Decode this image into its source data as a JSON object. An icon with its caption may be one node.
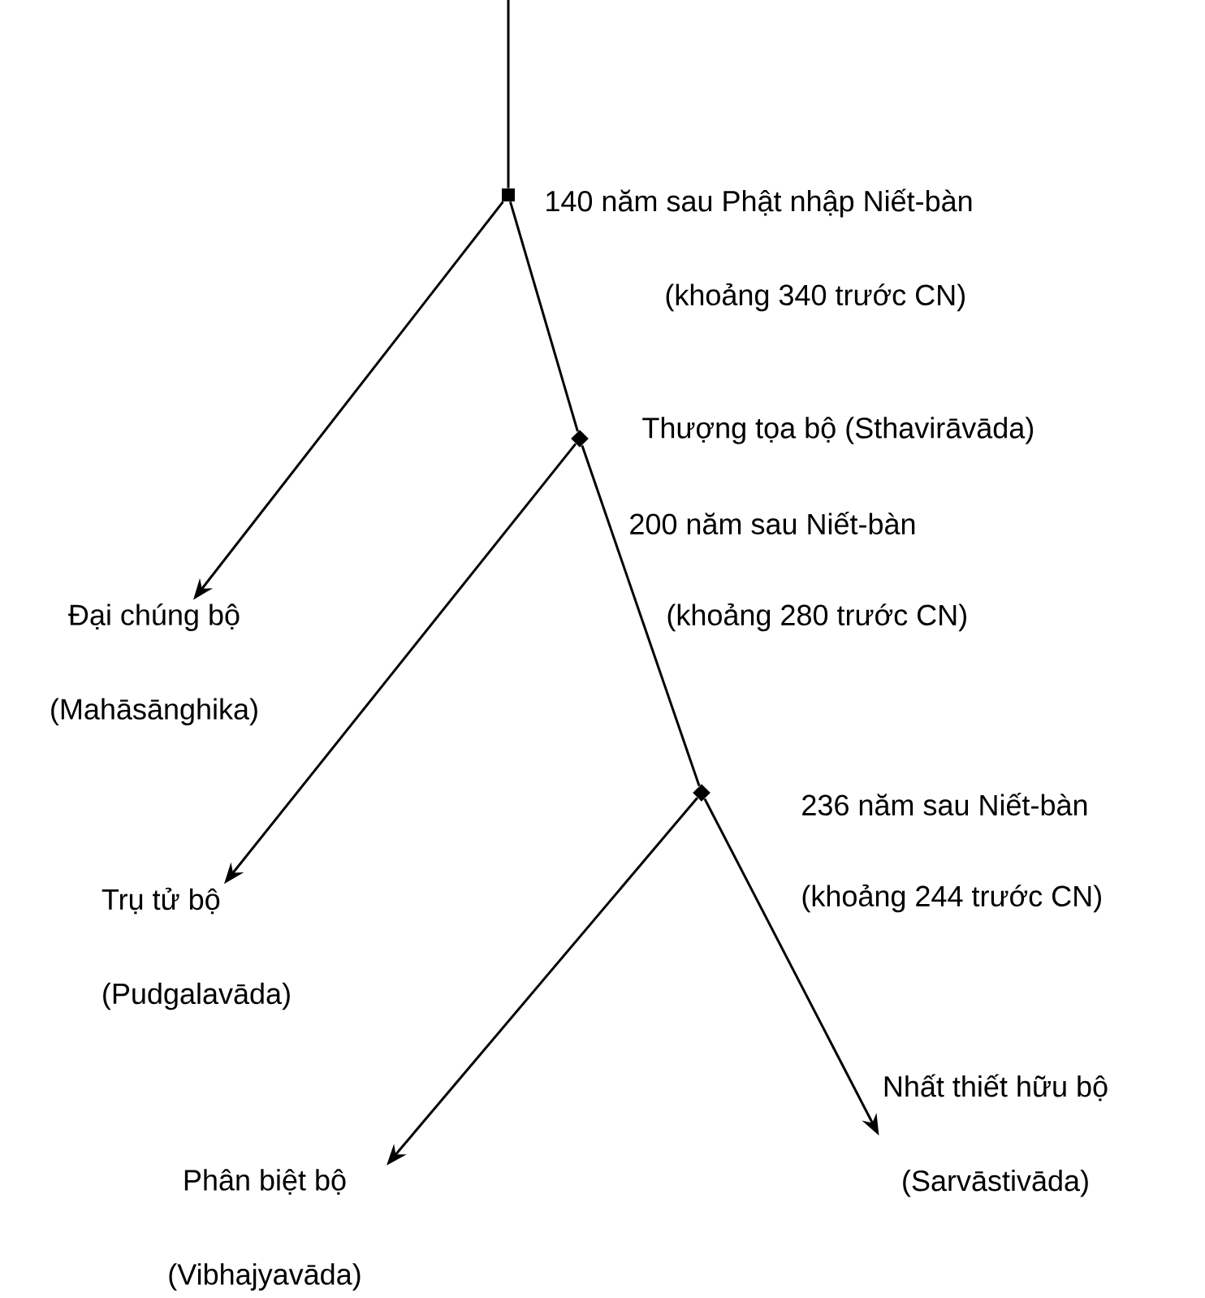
{
  "diagram": {
    "nodes": [
      {
        "text": [],
        "shape": "box",
        "beside": [
          "140 năm sau Phật nhập Niết-bàn",
          "(khoảng 340 trước CN)"
        ]
      },
      {
        "text": [],
        "shape": "diamond",
        "beside": [
          "Thượng tọa bộ (Sthavirāvāda)",
          "200 năm sau Niết-bàn",
          "(khoảng 280 trước CN)"
        ]
      },
      {
        "text": [],
        "shape": "diamond",
        "beside": [
          "236 năm sau Niết-bàn",
          "(khoảng 244 trước CN)"
        ]
      },
      {
        "text": [
          "Đại chúng bộ",
          "(Mahāsānghika)"
        ]
      },
      {
        "text": [
          "Trụ tử bộ",
          "(Pudgalavāda)"
        ]
      },
      {
        "text": [
          "Phân biệt bộ",
          "(Vibhajyavāda)"
        ]
      },
      {
        "text": [
          "Nhất thiết hữu bộ",
          "(Sarvāstivāda)"
        ]
      }
    ],
    "edges": [
      {
        "from": null,
        "to": 0,
        "arrow": "none"
      },
      {
        "from": 0,
        "to": 3,
        "arrow": "to"
      },
      {
        "from": 0,
        "to": 1,
        "arrow": "none"
      },
      {
        "from": 1,
        "to": 4,
        "arrow": "to"
      },
      {
        "from": 1,
        "to": 2,
        "arrow": "none"
      },
      {
        "from": 2,
        "to": 5,
        "arrow": "to"
      },
      {
        "from": 2,
        "to": 6,
        "arrow": "to"
      }
    ]
  }
}
